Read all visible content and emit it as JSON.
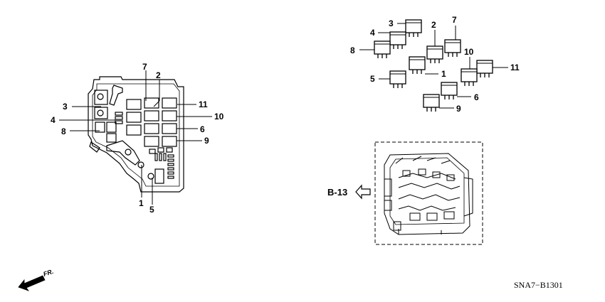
{
  "left_fuse_box": {
    "callouts": [
      "7",
      "2",
      "3",
      "11",
      "10",
      "4",
      "8",
      "6",
      "9",
      "1",
      "5"
    ]
  },
  "relays": {
    "callouts": [
      "3",
      "7",
      "2",
      "4",
      "8",
      "10",
      "11",
      "5",
      "1",
      "6",
      "9"
    ]
  },
  "reference": {
    "label": "B-13"
  },
  "direction": {
    "label": "FR."
  },
  "diagram_code": "SNA7−B1301"
}
